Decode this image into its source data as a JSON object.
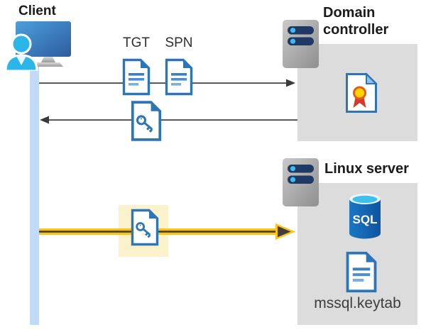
{
  "client": {
    "label": "Client"
  },
  "tickets": {
    "tgt": "TGT",
    "spn": "SPN"
  },
  "domain_controller": {
    "label": "Domain controller"
  },
  "linux_server": {
    "label": "Linux server",
    "sql_label": "SQL",
    "keytab_label": "mssql.keytab"
  },
  "colors": {
    "doc_blue": "#2e75b6",
    "doc_line_blue": "#4a8fd3",
    "person_cyan": "#2cb5e8",
    "monitor_blue_light": "#4ba0dc",
    "monitor_blue_dark": "#2e5c9e",
    "lifeline_blue": "#c3daf6",
    "box_gray": "#dcdcdc",
    "server_bar_navy": "#1f3864",
    "server_dot_cyan": "#38bdef",
    "arrow_gray": "#4a4a4a",
    "yellow_arrow": "#ffc20e",
    "yellow_arrow_core": "#3f3f3f",
    "highlight_box_yellow": "#fbf2cc",
    "sql_blue": "#1464b0",
    "sql_top_cyan": "#3fc0ea",
    "seal_yellow": "#ffd400",
    "seal_ring_orange": "#e8581c",
    "ribbon_red": "#d43b2a",
    "label_black": "#1b1b1b"
  }
}
